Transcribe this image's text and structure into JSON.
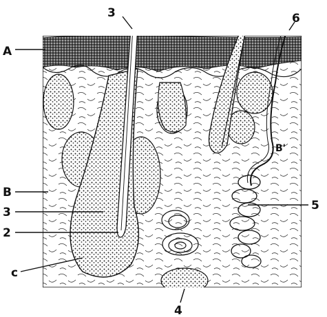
{
  "figure": {
    "labels": {
      "top_hair": "3",
      "top_right": "6",
      "epidermis": "A",
      "left_b": "B",
      "inner_b": "B'",
      "left_3": "3",
      "left_2": "2",
      "left_c": "c",
      "right_5": "5",
      "bottom_4": "4"
    }
  },
  "colors": {
    "ink": "#111111",
    "background": "#ffffff"
  }
}
